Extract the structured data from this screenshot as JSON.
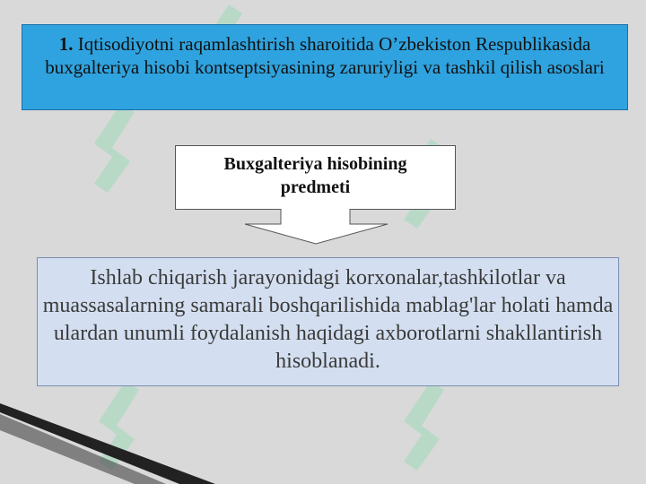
{
  "title": {
    "number": "1.",
    "text": " Iqtisodiyotni raqamlashtirish sharoitida O’zbekiston Respublikasida buxgalteriya hisobi kontseptsiyasining zaruriyligi va tashkil qilish asoslari"
  },
  "subject": {
    "line1": "Buxgalteriya hisobining",
    "line2": "predmeti"
  },
  "description": {
    "text": "Ishlab chiqarish jarayonidagi korxonalar,tashkilotlar va muassasalarning samarali boshqarilishida mablag'lar holati hamda ulardan unumli foydalanish haqidagi axborotlarni shakllantirish hisoblanadi."
  },
  "colors": {
    "background": "#d9d9d9",
    "title_fill": "#2fa3df",
    "description_fill": "#d3dff0",
    "watermark": "#7ed9a8"
  }
}
